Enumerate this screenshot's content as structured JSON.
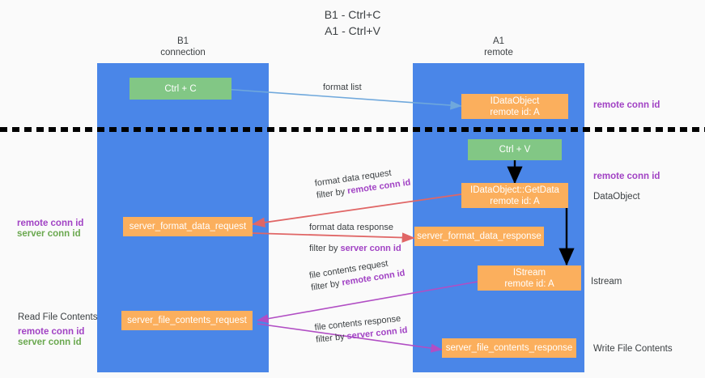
{
  "title": "B1 - Ctrl+C\nA1 - Ctrl+V",
  "lanes": {
    "left": {
      "label": "B1\nconnection",
      "color": "#4a86e8"
    },
    "right": {
      "label": "A1\nremote",
      "color": "#4a86e8"
    }
  },
  "colors": {
    "lane": "#4a86e8",
    "green_node": "#82c785",
    "orange_node": "#fbaf5d",
    "remote_conn_id": "#a142c4",
    "server_conn_id": "#6aa84f",
    "arrow_blue": "#6fa8dc",
    "arrow_red": "#e06666",
    "arrow_purple": "#b14ec4",
    "arrow_black": "#000000",
    "background": "#fafafa"
  },
  "nodes": {
    "ctrl_c": "Ctrl + C",
    "ctrl_v": "Ctrl + V",
    "idataobject": "IDataObject\nremote id: A",
    "idataobject_getdata": "IDataObject::GetData\nremote id: A",
    "istream": "IStream\nremote id: A",
    "server_format_data_request": "server_format_data_request",
    "server_format_data_response": "server_format_data_response",
    "server_file_contents_request": "server_file_contents_request",
    "server_file_contents_response": "server_file_contents_response"
  },
  "edge_labels": {
    "format_list": "format list",
    "format_data_request": "format data request",
    "format_data_request_filter_prefix": "filter by ",
    "format_data_request_filter_value": "remote conn id",
    "format_data_response": "format data response",
    "format_data_response_filter_prefix": "filter by ",
    "format_data_response_filter_value": "server conn id",
    "file_contents_request": "file contents request",
    "file_contents_request_filter_prefix": "filter by ",
    "file_contents_request_filter_value": "remote conn id",
    "file_contents_response": "file contents response",
    "file_contents_response_filter_prefix": "filter by ",
    "file_contents_response_filter_value": "server conn id"
  },
  "annotations": {
    "right_remote_conn_id_top": "remote conn id",
    "right_remote_conn_id_mid": "remote conn id",
    "right_dataobject": "DataObject",
    "right_istream": "Istream",
    "right_write_file_contents": "Write File Contents",
    "left_remote_conn_id": "remote conn id",
    "left_server_conn_id": "server conn id",
    "left_read_file_contents": "Read File Contents",
    "left_remote_conn_id_2": "remote conn id",
    "left_server_conn_id_2": "server conn id"
  }
}
